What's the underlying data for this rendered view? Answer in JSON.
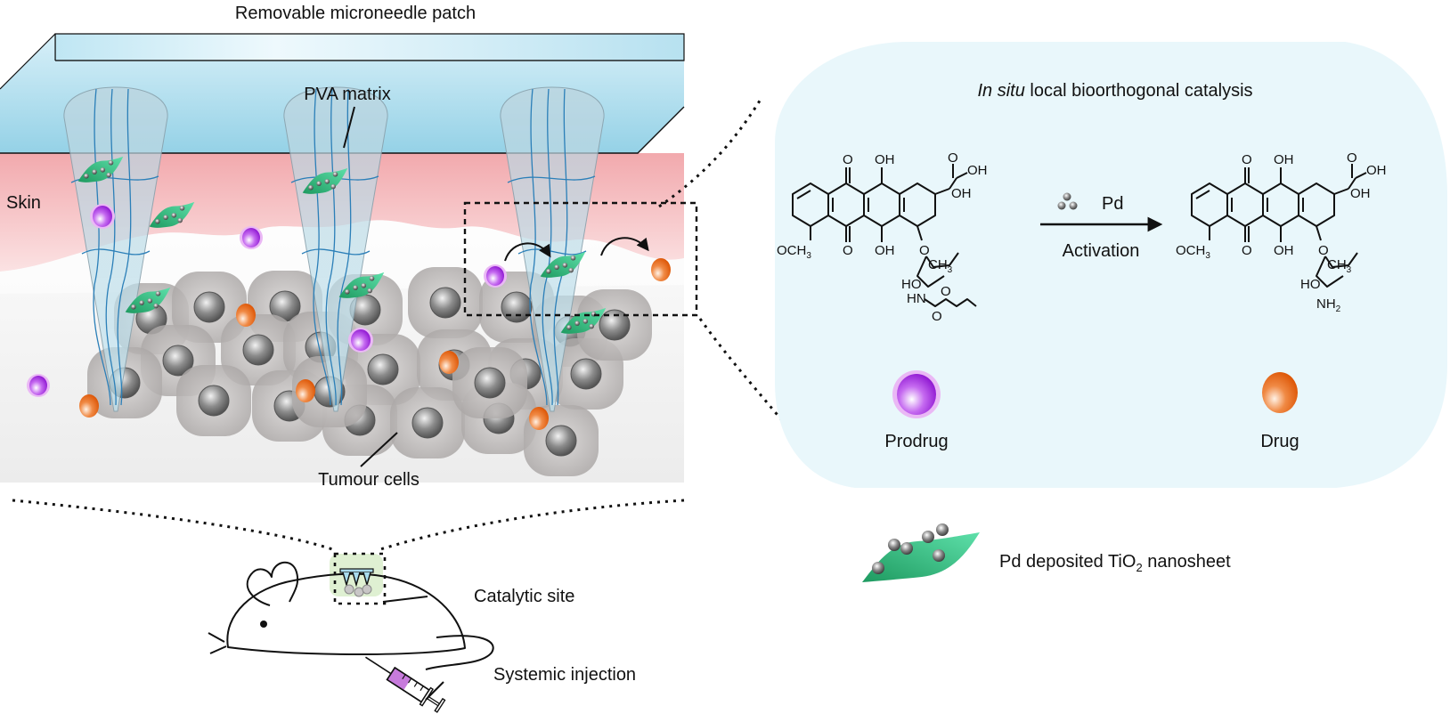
{
  "figure": {
    "patch_title": "Removable microneedle patch",
    "labels": {
      "pva_matrix": "PVA matrix",
      "skin": "Skin",
      "tumour_cells": "Tumour cells",
      "catalytic_site": "Catalytic site",
      "systemic_injection": "Systemic injection"
    },
    "panel": {
      "title_italic": "In situ",
      "title_rest": " local bioorthogonal catalysis",
      "catalyst": "Pd",
      "arrow_label": "Activation",
      "prodrug_label": "Prodrug",
      "drug_label": "Drug"
    },
    "legend": {
      "nanosheet_pre": "Pd deposited TiO",
      "nanosheet_sub": "2",
      "nanosheet_post": " nanosheet"
    },
    "chem": {
      "O": "O",
      "OH": "OH",
      "OCH3": "OCH",
      "sub3": "3",
      "CH3": "CH",
      "HO": "HO",
      "HN": "HN",
      "NH2": "NH",
      "sub2": "2"
    },
    "colors": {
      "patch": "#a9dcee",
      "skin": "#f4b3b6",
      "tissue": "#f1f1f1",
      "panel_bg": "#e9f7fb",
      "prodrug": "#9b1fd8",
      "drug": "#e8620f",
      "nanosheet": "#2fb07a",
      "cell": "#b3afae"
    }
  }
}
